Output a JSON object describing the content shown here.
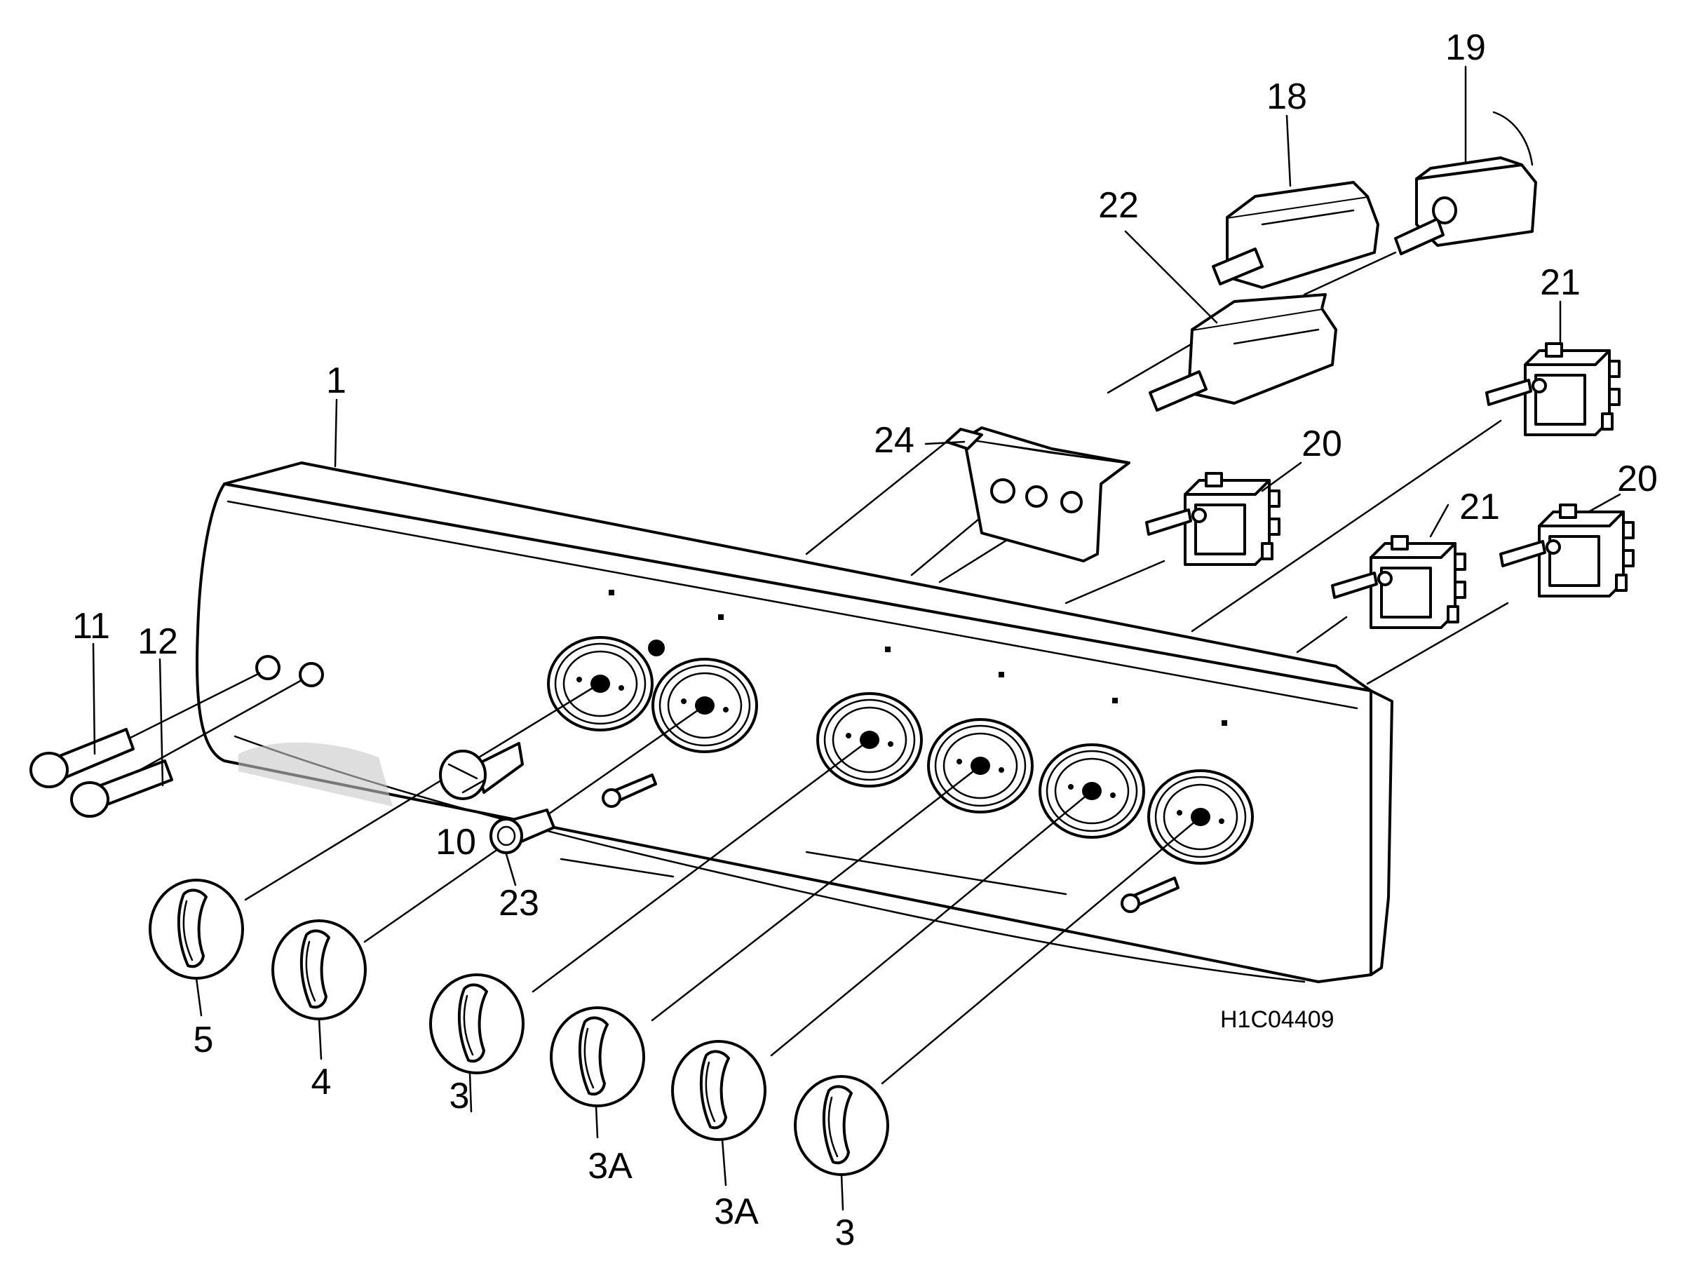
{
  "figure": {
    "drawing_code": "H1C04409"
  },
  "callouts": [
    {
      "id": "c1",
      "label": "1"
    },
    {
      "id": "c3a",
      "label": "3"
    },
    {
      "id": "c3b",
      "label": "3"
    },
    {
      "id": "c3Aa",
      "label": "3A"
    },
    {
      "id": "c3Ab",
      "label": "3A"
    },
    {
      "id": "c4",
      "label": "4"
    },
    {
      "id": "c5",
      "label": "5"
    },
    {
      "id": "c10",
      "label": "10"
    },
    {
      "id": "c11",
      "label": "11"
    },
    {
      "id": "c12",
      "label": "12"
    },
    {
      "id": "c18",
      "label": "18"
    },
    {
      "id": "c19",
      "label": "19"
    },
    {
      "id": "c20a",
      "label": "20"
    },
    {
      "id": "c20b",
      "label": "20"
    },
    {
      "id": "c21a",
      "label": "21"
    },
    {
      "id": "c21b",
      "label": "21"
    },
    {
      "id": "c22",
      "label": "22"
    },
    {
      "id": "c23",
      "label": "23"
    },
    {
      "id": "c24",
      "label": "24"
    }
  ]
}
